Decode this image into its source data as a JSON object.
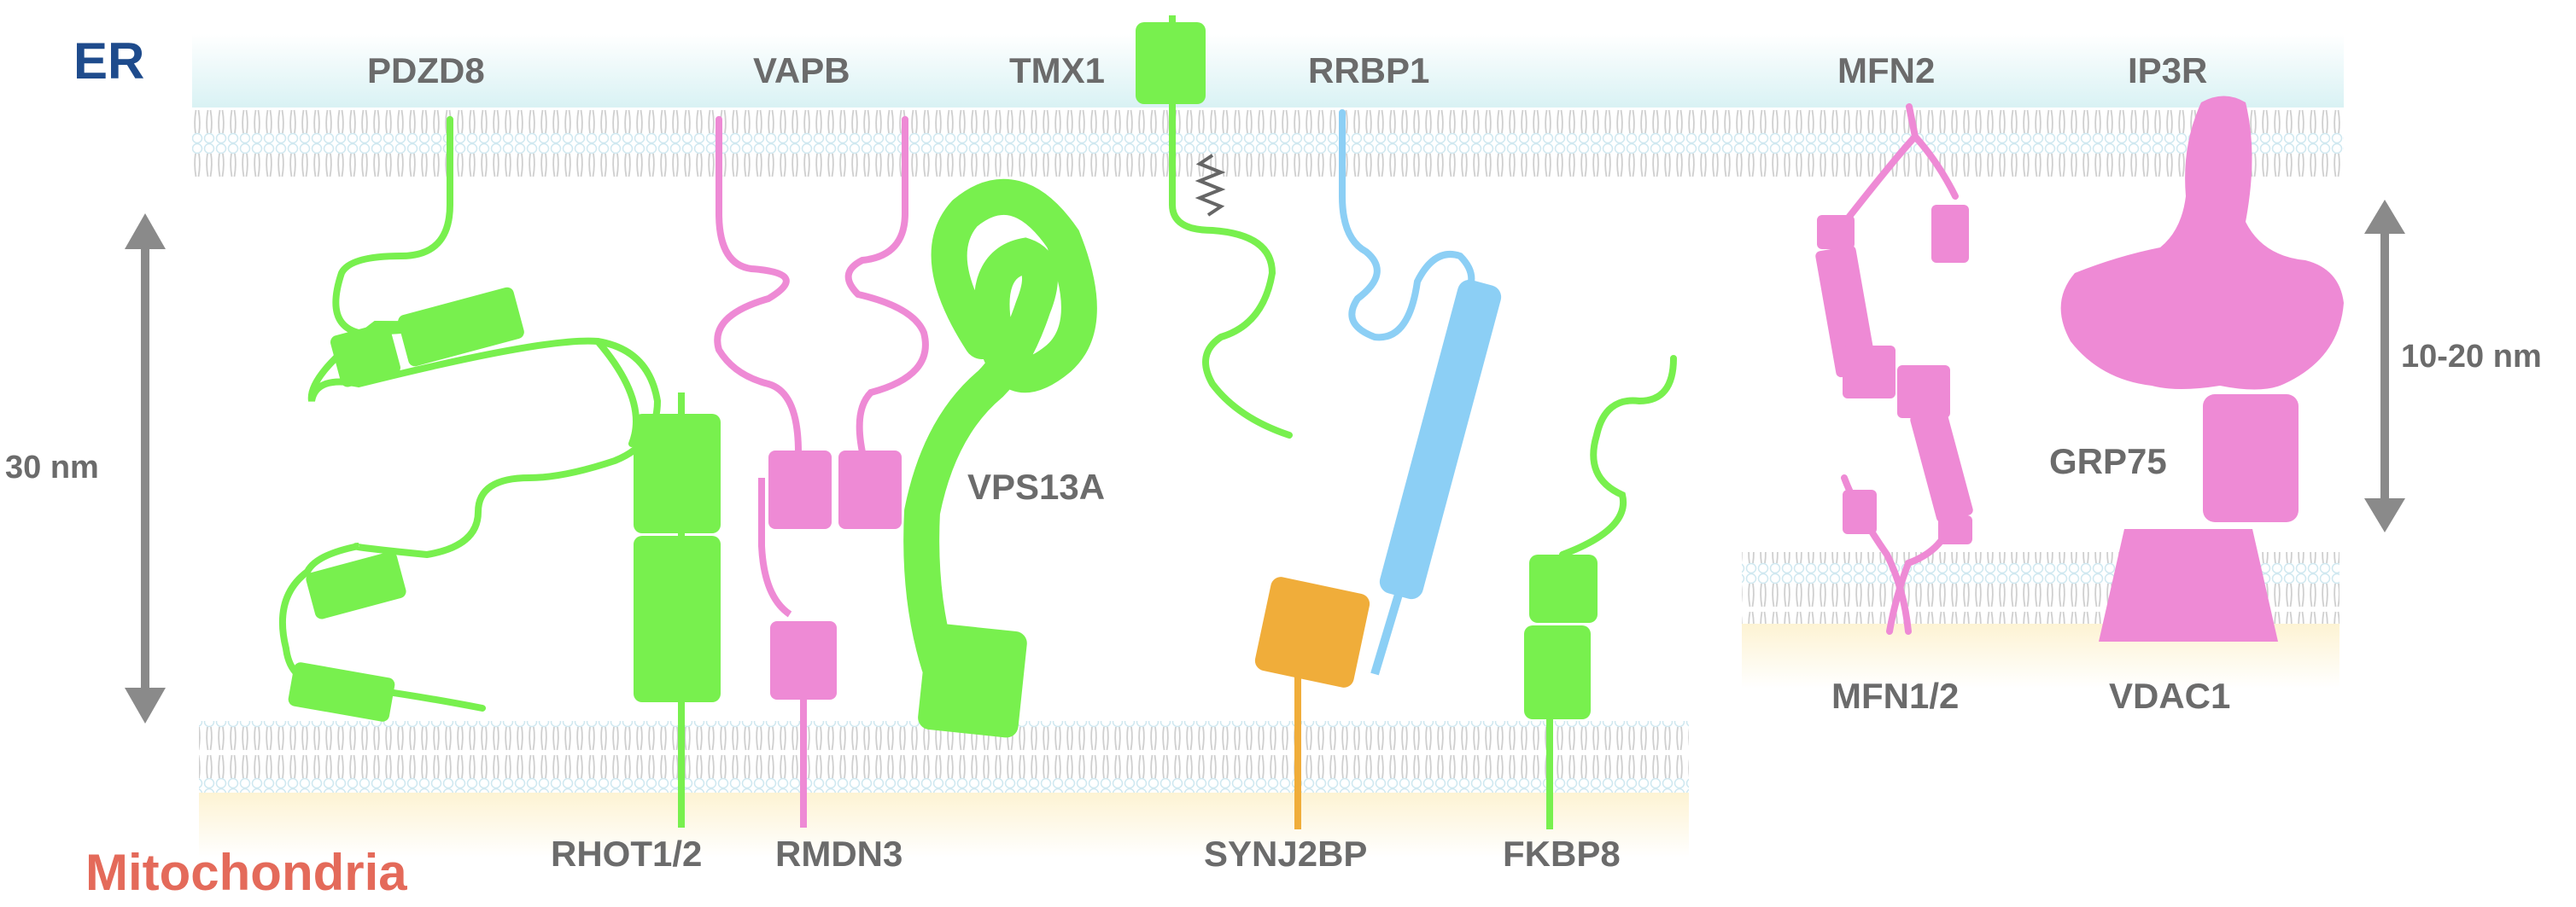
{
  "compartments": {
    "er": "ER",
    "mito": "Mitochondria"
  },
  "colors": {
    "green": "#78f04e",
    "pink": "#ee8ad5",
    "blue": "#8ccff5",
    "orange": "#f0ad3a",
    "lipid": "#d6d6d6",
    "label": "#6b6b6b",
    "er_text": "#1e4b8c",
    "mito_text": "#e46a5a",
    "arrow": "#8a8a8a"
  },
  "proteins": {
    "pdzd8": "PDZD8",
    "vapb": "VAPB",
    "tmx1": "TMX1",
    "rrbp1": "RRBP1",
    "vps13a": "VPS13A",
    "rhot": "RHOT1/2",
    "rmdn3": "RMDN3",
    "synj2bp": "SYNJ2BP",
    "fkbp8": "FKBP8",
    "mfn2": "MFN2",
    "ip3r": "IP3R",
    "grp75": "GRP75",
    "mfn12": "MFN1/2",
    "vdac1": "VDAC1"
  },
  "scales": {
    "left": "30 nm",
    "right": "10-20 nm"
  }
}
